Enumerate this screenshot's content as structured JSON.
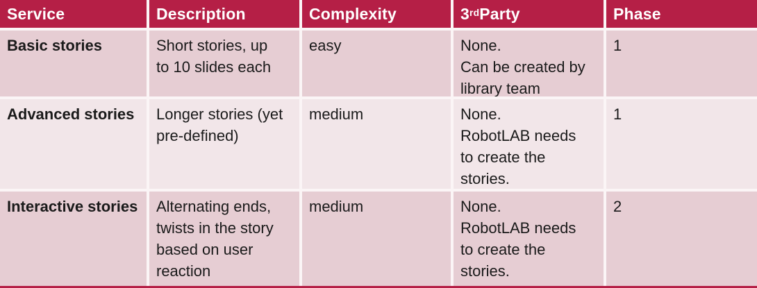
{
  "table": {
    "title_semantic": "service-comparison-table",
    "colors": {
      "header_bg": "#B51F46",
      "band_dark": "#E6CDD3",
      "band_light": "#F2E6E9",
      "divider": "#FBF5F6",
      "text": "#1A1A1A",
      "header_text": "#FFFFFF"
    },
    "header": {
      "service": "Service",
      "description": "Description",
      "complexity": "Complexity",
      "third_party_base": "3",
      "third_party_sup": "rd",
      "third_party_rest": " Party",
      "phase": "Phase"
    },
    "rows": [
      {
        "service": "Basic stories",
        "description": "Short stories, up\nto 10 slides each",
        "complexity": "easy",
        "third_party": "None.\nCan be created by\nlibrary team",
        "phase": "1"
      },
      {
        "service": "Advanced stories",
        "description": "Longer stories (yet\npre-defined)",
        "complexity": "medium",
        "third_party": "None.\nRobotLAB needs\nto create the\nstories.",
        "phase": "1"
      },
      {
        "service": "Interactive stories",
        "description": "Alternating ends,\ntwists in the story\nbased on user\nreaction",
        "complexity": "medium",
        "third_party": "None.\nRobotLAB needs\nto create the\nstories.",
        "phase": "2"
      }
    ]
  }
}
